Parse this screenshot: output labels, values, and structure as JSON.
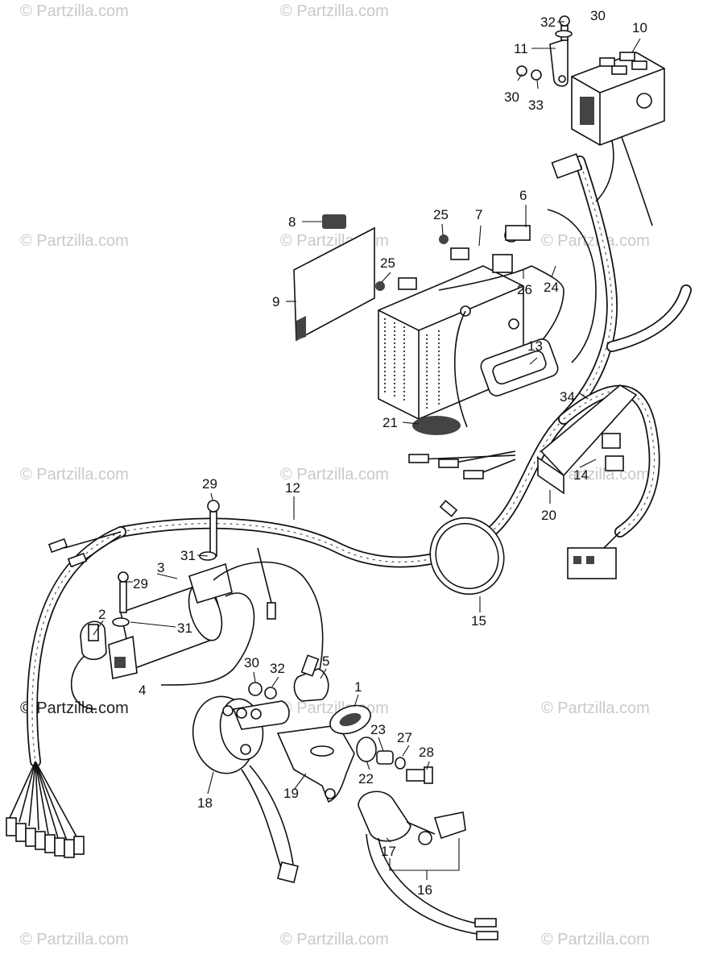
{
  "watermark": "© Partzilla.com",
  "callouts": [
    "30",
    "32",
    "10",
    "11",
    "30",
    "33",
    "6",
    "25",
    "7",
    "8",
    "25",
    "26",
    "24",
    "9",
    "13",
    "34",
    "21",
    "14",
    "20",
    "29",
    "12",
    "31",
    "3",
    "29",
    "31",
    "2",
    "4",
    "15",
    "30",
    "32",
    "5",
    "1",
    "23",
    "27",
    "28",
    "22",
    "18",
    "19",
    "17",
    "16"
  ],
  "colors": {
    "ink": "#111111",
    "watermark": "#c9c9c9",
    "background": "#ffffff"
  }
}
